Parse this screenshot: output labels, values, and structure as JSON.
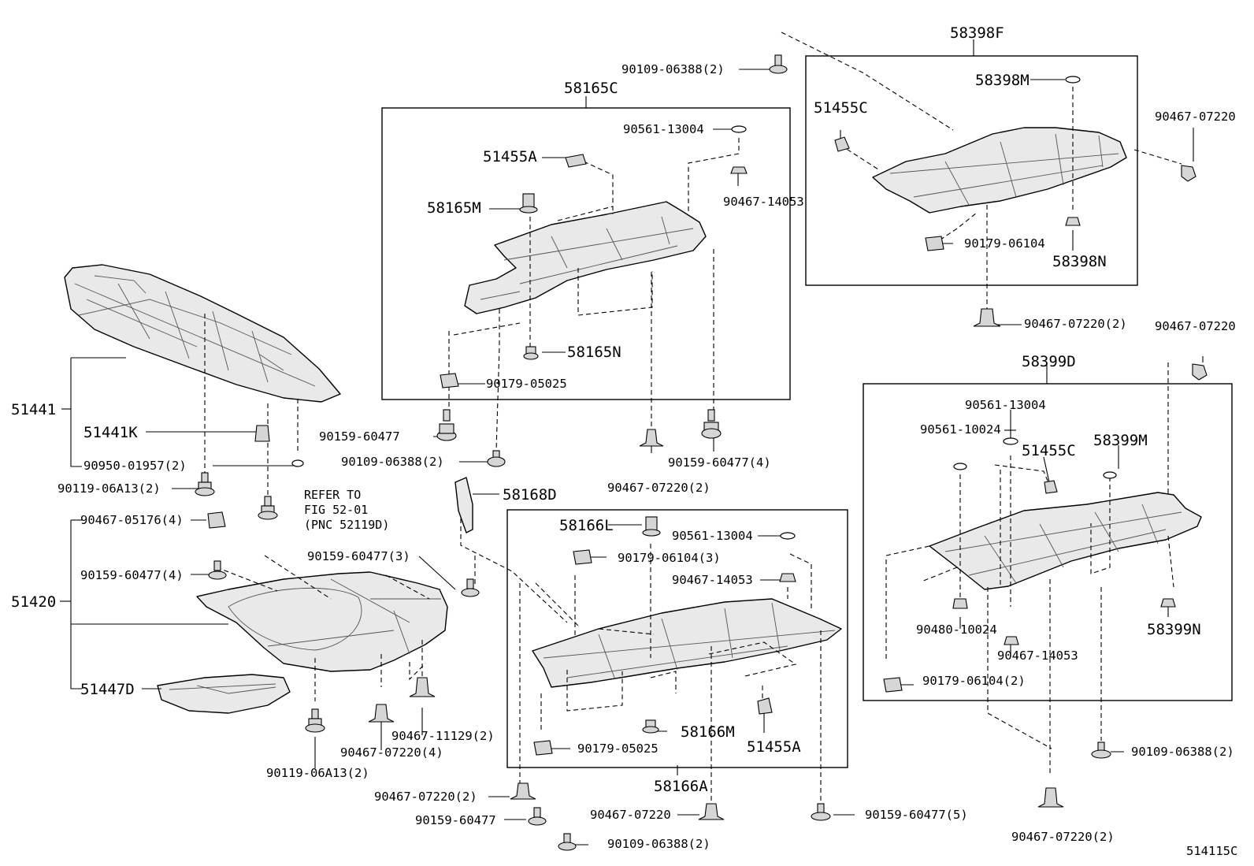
{
  "parts": {
    "p58398F": "58398F",
    "p58165C": "58165C",
    "p58398M": "58398M",
    "p51455C_a": "51455C",
    "p90467_07220_a": "90467-07220",
    "p90561_13004_a": "90561-13004",
    "p51455A_a": "51455A",
    "p90467_14053_a": "90467-14053",
    "p58165M": "58165M",
    "p90179_06104_a": "90179-06104",
    "p58398N": "58398N",
    "p90109_06388_2_a": "90109-06388(2)",
    "p51441": "51441",
    "p51441K": "51441K",
    "p90950_01957_2": "90950-01957(2)",
    "p58165N": "58165N",
    "p90179_05025_a": "90179-05025",
    "p90467_07220_2_a": "90467-07220(2)",
    "p90467_07220_b": "90467-07220",
    "p58399D": "58399D",
    "p90561_13004_b": "90561-13004",
    "p90561_10024": "90561-10024",
    "p51455C_b": "51455C",
    "p58399M": "58399M",
    "p90159_60477_a": "90159-60477",
    "p90109_06388_2_b": "90109-06388(2)",
    "p90467_07220_2_b": "90467-07220(2)",
    "p90159_60477_4_a": "90159-60477(4)",
    "p90119_06A13_2_a": "90119-06A13(2)",
    "p58168D": "58168D",
    "p90467_05176_4": "90467-05176(4)",
    "p58166L": "58166L",
    "p90561_13004_c": "90561-13004",
    "p90179_06104_3": "90179-06104(3)",
    "p90159_60477_3": "90159-60477(3)",
    "p90467_14053_b": "90467-14053",
    "p90159_60477_4_b": "90159-60477(4)",
    "p51420": "51420",
    "p90480_10024": "90480-10024",
    "p58399N": "58399N",
    "p90467_14053_c": "90467-14053",
    "p51447D": "51447D",
    "p90179_06104_2": "90179-06104(2)",
    "p90467_11129_2": "90467-11129(2)",
    "p58166M": "58166M",
    "p90467_07220_4": "90467-07220(4)",
    "p51455A_b": "51455A",
    "p90179_05025_b": "90179-05025",
    "p90109_06388_2_c": "90109-06388(2)",
    "p90119_06A13_2_b": "90119-06A13(2)",
    "p58166A": "58166A",
    "p90467_07220_2_c": "90467-07220(2)",
    "p90159_60477_5": "90159-60477(5)",
    "p90467_07220_c": "90467-07220",
    "p90159_60477_b": "90159-60477",
    "p90109_06388_2_d": "90109-06388(2)",
    "p90467_07220_2_d": "90467-07220(2)"
  },
  "refer": {
    "line1": "REFER TO",
    "line2": "FIG 52-01",
    "line3": "(PNC 52119D)"
  },
  "diagram_id": "514115C"
}
